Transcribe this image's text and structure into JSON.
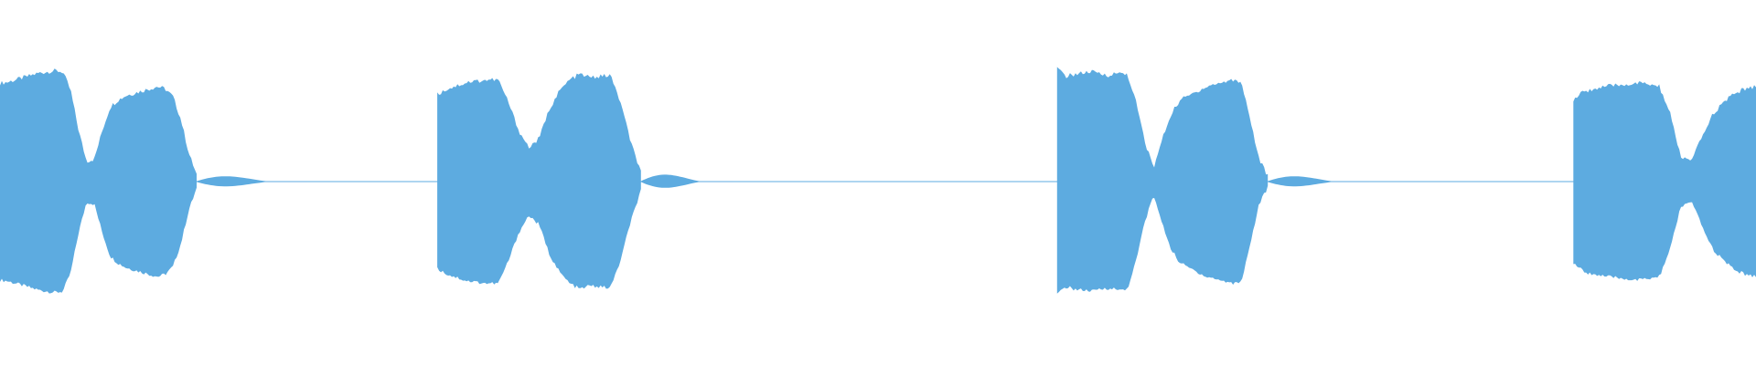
{
  "waveform": {
    "color": "#5dabe0",
    "background": "#ffffff",
    "description_note": "",
    "bursts": [
      {
        "label": "burst-1",
        "start_frac": 0.0,
        "end_frac": 0.112,
        "envelope": [
          0.87,
          0.88,
          0.9,
          0.92,
          0.94,
          0.96,
          0.97,
          0.98,
          0.97,
          0.8,
          0.45,
          0.18,
          0.2,
          0.45,
          0.66,
          0.72,
          0.76,
          0.78,
          0.8,
          0.82,
          0.84,
          0.82,
          0.75,
          0.55,
          0.25,
          0.06
        ]
      },
      {
        "label": "burst-2",
        "start_frac": 0.249,
        "end_frac": 0.365,
        "envelope": [
          0.77,
          0.82,
          0.85,
          0.88,
          0.89,
          0.9,
          0.9,
          0.7,
          0.45,
          0.3,
          0.38,
          0.64,
          0.8,
          0.9,
          0.95,
          0.92,
          0.93,
          0.94,
          0.7,
          0.35,
          0.08
        ]
      },
      {
        "label": "burst-3",
        "start_frac": 0.602,
        "end_frac": 0.722,
        "envelope": [
          1.0,
          0.93,
          0.95,
          0.96,
          0.97,
          0.95,
          0.94,
          0.96,
          0.95,
          0.7,
          0.35,
          0.12,
          0.38,
          0.6,
          0.72,
          0.76,
          0.8,
          0.84,
          0.86,
          0.88,
          0.9,
          0.88,
          0.55,
          0.2,
          0.05
        ]
      },
      {
        "label": "burst-4",
        "start_frac": 0.896,
        "end_frac": 1.0,
        "envelope": [
          0.72,
          0.8,
          0.82,
          0.84,
          0.85,
          0.86,
          0.87,
          0.86,
          0.84,
          0.6,
          0.22,
          0.18,
          0.4,
          0.6,
          0.7,
          0.78,
          0.82,
          0.84
        ]
      }
    ],
    "tails": [
      {
        "label": "tail-1",
        "start_frac": 0.112,
        "end_frac": 0.175,
        "peak": 0.06
      },
      {
        "label": "tail-2",
        "start_frac": 0.365,
        "end_frac": 0.418,
        "peak": 0.08
      },
      {
        "label": "tail-3",
        "start_frac": 0.722,
        "end_frac": 0.78,
        "peak": 0.06
      }
    ]
  }
}
